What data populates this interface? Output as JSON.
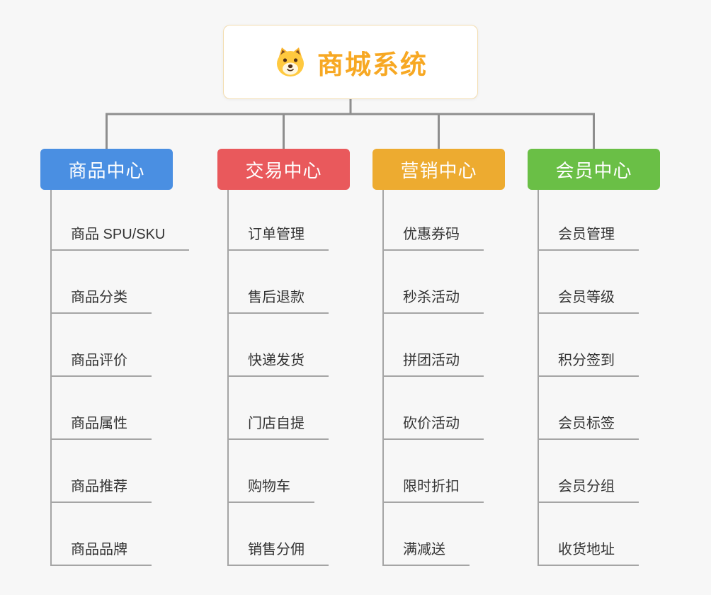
{
  "root": {
    "title": "商城系统",
    "icon": "dog-face-icon",
    "title_color": "#f7a823",
    "border_color": "#f3ddb0"
  },
  "branches": [
    {
      "label": "商品中心",
      "color": "#4a8fe2",
      "children": [
        "商品 SPU/SKU",
        "商品分类",
        "商品评价",
        "商品属性",
        "商品推荐",
        "商品品牌"
      ]
    },
    {
      "label": "交易中心",
      "color": "#e9595c",
      "children": [
        "订单管理",
        "售后退款",
        "快递发货",
        "门店自提",
        "购物车",
        "销售分佣"
      ]
    },
    {
      "label": "营销中心",
      "color": "#edab30",
      "children": [
        "优惠券码",
        "秒杀活动",
        "拼团活动",
        "砍价活动",
        "限时折扣",
        "满减送"
      ]
    },
    {
      "label": "会员中心",
      "color": "#6abf46",
      "children": [
        "会员管理",
        "会员等级",
        "积分签到",
        "会员标签",
        "会员分组",
        "收货地址"
      ]
    }
  ]
}
